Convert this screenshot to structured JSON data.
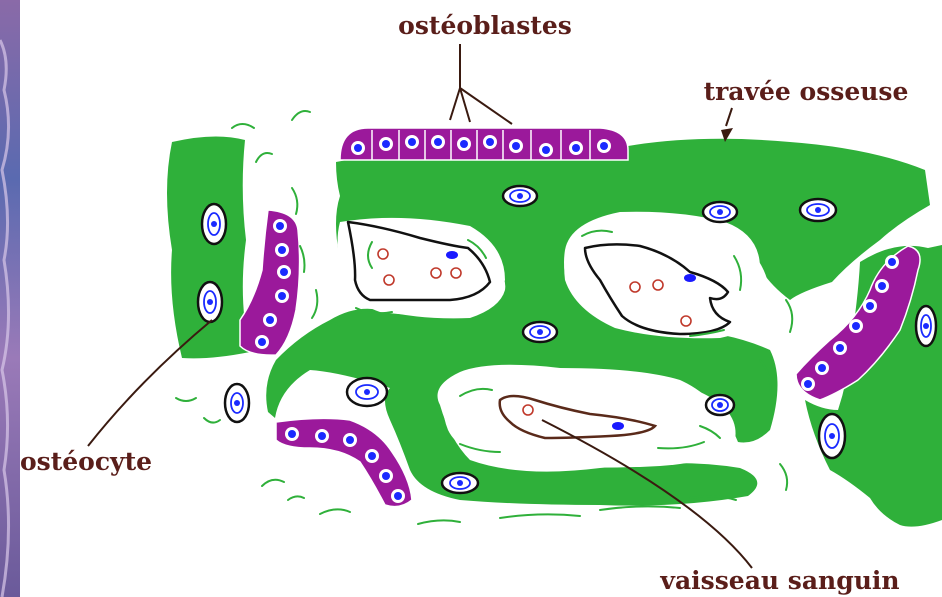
{
  "labels": {
    "osteoblasts": "ostéoblastes",
    "trabecula": "travée osseuse",
    "osteocyte": "ostéocyte",
    "blood_vessel": "vaisseau sanguin"
  },
  "colors": {
    "bone_matrix": "#2fb03a",
    "osteoblast_cytoplasm": "#9b199b",
    "nucleus": "#1a2aff",
    "red_blood_cell_outline": "#c0392b",
    "label_text": "#5a1e1a",
    "left_border_texture": "#6a5a9a"
  }
}
